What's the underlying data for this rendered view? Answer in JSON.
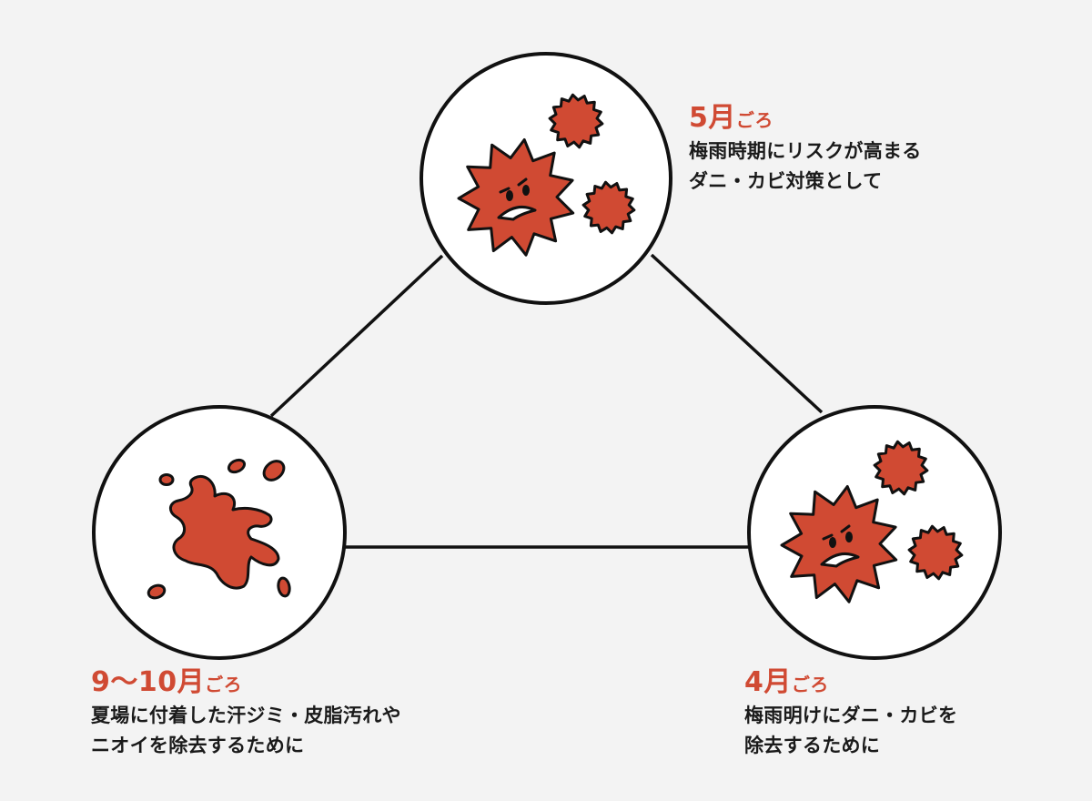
{
  "colors": {
    "background": "#f3f3f3",
    "accent": "#d04a33",
    "stroke": "#111111",
    "circle_fill": "#ffffff"
  },
  "icons": {
    "top": "germs-icon",
    "right": "germs-icon",
    "left": "stain-splatter-icon"
  },
  "nodes": {
    "top": {
      "month": "5月",
      "suffix": "ごろ",
      "lines": [
        "梅雨時期にリスクが高まる",
        "ダニ・カビ対策として"
      ]
    },
    "left": {
      "month": "9〜10月",
      "suffix": "ごろ",
      "lines": [
        "夏場に付着した汗ジミ・皮脂汚れや",
        "ニオイを除去するために"
      ]
    },
    "right": {
      "month": "4月",
      "suffix": "ごろ",
      "lines": [
        "梅雨明けにダニ・カビを",
        "除去するために"
      ]
    }
  }
}
